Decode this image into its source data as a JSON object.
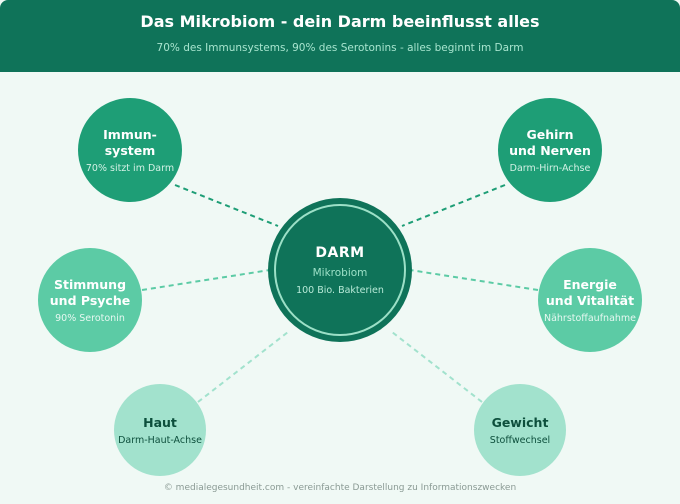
{
  "header": {
    "title": "Das Mikrobiom - dein Darm beeinflusst alles",
    "subtitle": "70% des Immunsystems, 90% des Serotonins - alles beginnt im Darm"
  },
  "center": {
    "title": "DARM",
    "subtitle": "Mikrobiom",
    "detail": "100 Bio. Bakterien"
  },
  "nodes": {
    "immune": {
      "title_line1": "Immun-",
      "title_line2": "system",
      "sub": "70% sitzt im Darm"
    },
    "brain": {
      "title_line1": "Gehirn",
      "title_line2": "und Nerven",
      "sub": "Darm-Hirn-Achse"
    },
    "mood": {
      "title_line1": "Stimmung",
      "title_line2": "und Psyche",
      "sub": "90% Serotonin"
    },
    "energy": {
      "title_line1": "Energie",
      "title_line2": "und Vitalität",
      "sub": "Nährstoffaufnahme"
    },
    "skin": {
      "title": "Haut",
      "sub": "Darm-Haut-Achse"
    },
    "weight": {
      "title": "Gewicht",
      "sub": "Stoffwechsel"
    }
  },
  "colors": {
    "header": "#0f7359",
    "dark": "#1e9e76",
    "mid": "#5ccba5",
    "light": "#a2e2cd",
    "background": "#f0f9f5"
  },
  "footer": "© medialegesundheit.com - vereinfachte Darstellung zu Informationszwecken"
}
